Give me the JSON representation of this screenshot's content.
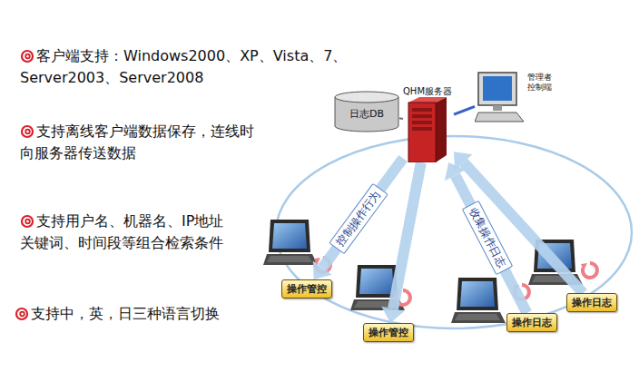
{
  "diagram": {
    "nodes": [
      {
        "text": [
          "日志DB"
        ]
      },
      {
        "text": [
          "QHM服务器"
        ]
      },
      {
        "text": [
          "管理者控制端"
        ]
      },
      {
        "text": [
          "操作管控"
        ]
      },
      {
        "text": [
          "操作管控"
        ]
      },
      {
        "text": [
          "操作日志"
        ]
      },
      {
        "text": [
          "操作日志"
        ]
      }
    ],
    "edges": [
      {
        "from": 0,
        "to": 1,
        "arrow": "none"
      },
      {
        "from": 1,
        "to": 2,
        "arrow": "none"
      },
      {
        "from": 1,
        "to": 3,
        "arrow": "to",
        "label": "控制操作行为"
      },
      {
        "from": 1,
        "to": 4,
        "arrow": "to"
      },
      {
        "from": 5,
        "to": 1,
        "arrow": "to",
        "label": "收集操作日志"
      },
      {
        "from": 6,
        "to": 1,
        "arrow": "to"
      }
    ],
    "labels": [
      "客户端支持：Windows2000、XP、Vista、7、Server2003、Server2008",
      "支持离线客户端数据保存，连线时向服务器传送数据",
      "支持用户名、机器名、IP地址关键词、时间段等组合检索条件",
      "支持中，英，日三种语言切换"
    ]
  }
}
